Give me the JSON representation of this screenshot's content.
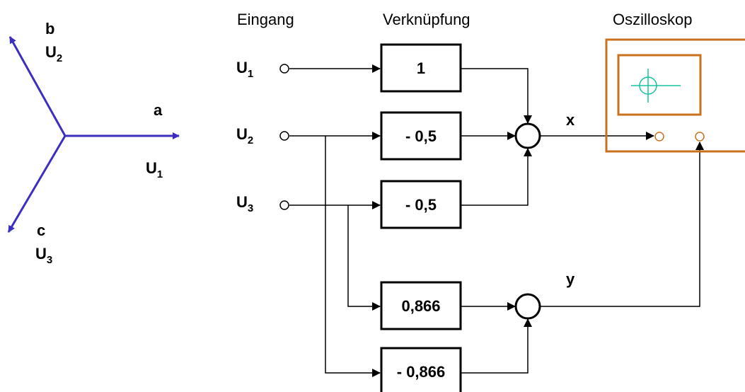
{
  "headers": {
    "input": "Eingang",
    "combination": "Verknüpfung",
    "oscilloscope": "Oszilloskop"
  },
  "phasor": {
    "a": {
      "letter": "a",
      "main": "U",
      "sub": "1"
    },
    "b": {
      "letter": "b",
      "main": "U",
      "sub": "2"
    },
    "c": {
      "letter": "c",
      "main": "U",
      "sub": "3"
    },
    "color": "#3b2fbf"
  },
  "inputs": [
    {
      "main": "U",
      "sub": "1"
    },
    {
      "main": "U",
      "sub": "2"
    },
    {
      "main": "U",
      "sub": "3"
    }
  ],
  "blocks": {
    "g1": "1",
    "g2": "- 0,5",
    "g3": "- 0,5",
    "g4": "0,866",
    "g5": "- 0,866"
  },
  "outputs": {
    "x": "x",
    "y": "y"
  },
  "colors": {
    "oscilloscope_frame": "#c8721e",
    "crosshair": "#19c3a0"
  }
}
